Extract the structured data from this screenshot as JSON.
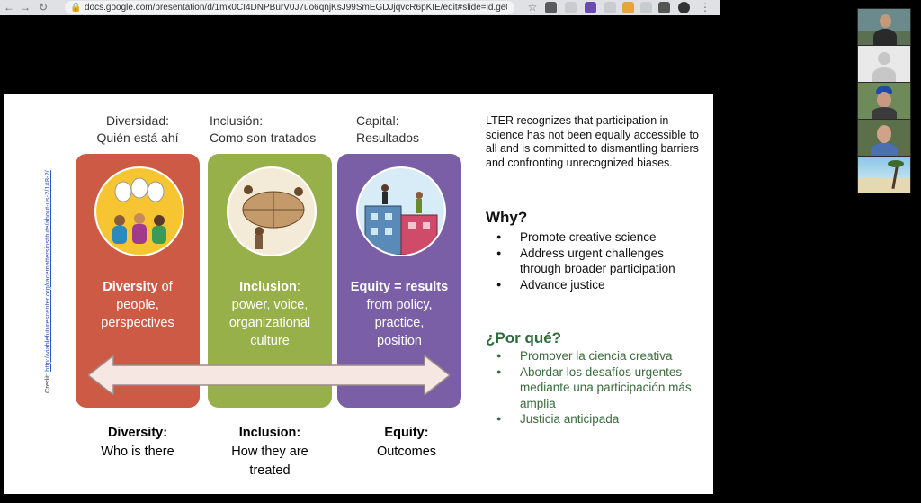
{
  "browser": {
    "url": "docs.google.com/presentation/d/1mx0CI4DNPBurV0J7uo6qnjKsJ99SmEGDJjqvcR6pKIE/edit#slide=id.ge01df94...",
    "back_glyph": "←",
    "forward_glyph": "→",
    "reload_glyph": "↻",
    "lock_glyph": "🔒",
    "star_glyph": "☆"
  },
  "slide": {
    "columns": [
      {
        "line1": "Diversidad:",
        "line2": "Quién está ahí"
      },
      {
        "line1": "Inclusión:",
        "line2": "Como son tratados"
      },
      {
        "line1": "Capital:",
        "line2": "Resultados"
      }
    ],
    "cards": [
      {
        "bold": "Diversity",
        "rest1": " of",
        "rest2": "people,",
        "rest3": "perspectives",
        "color": "#cc5a44"
      },
      {
        "bold": "Inclusion",
        "rest1": ":",
        "rest2": "power, voice,",
        "rest3": "organizational",
        "rest4": "culture",
        "color": "#98b04a"
      },
      {
        "bold": "Equity = results",
        "rest2": "from policy,",
        "rest3": "practice,",
        "rest4": "position",
        "color": "#7a5fa6"
      }
    ],
    "credit_label": "Credit: ",
    "credit_link": "http://viablefuturescenter.org/racemattersinstitute/about-us-2/1#8-2/",
    "bottom_labels": [
      {
        "title": "Diversity:",
        "line1": "Who is there"
      },
      {
        "title": "Inclusion:",
        "line1": "How they are",
        "line2": "treated"
      },
      {
        "title": "Equity:",
        "line1": "Outcomes"
      }
    ],
    "intro": "LTER recognizes that participation in science has not been equally accessible to all and is committed to dismantling barriers and confronting unrecognized biases.",
    "why_heading": "Why?",
    "why_items": [
      "Promote creative science",
      "Address urgent challenges through broader participation",
      "Advance justice"
    ],
    "porque_heading": "¿Por qué?",
    "porque_items": [
      "Promover la ciencia creativa",
      "Abordar los desafíos urgentes mediante una participación más amplia",
      "Justicia anticipada"
    ]
  }
}
